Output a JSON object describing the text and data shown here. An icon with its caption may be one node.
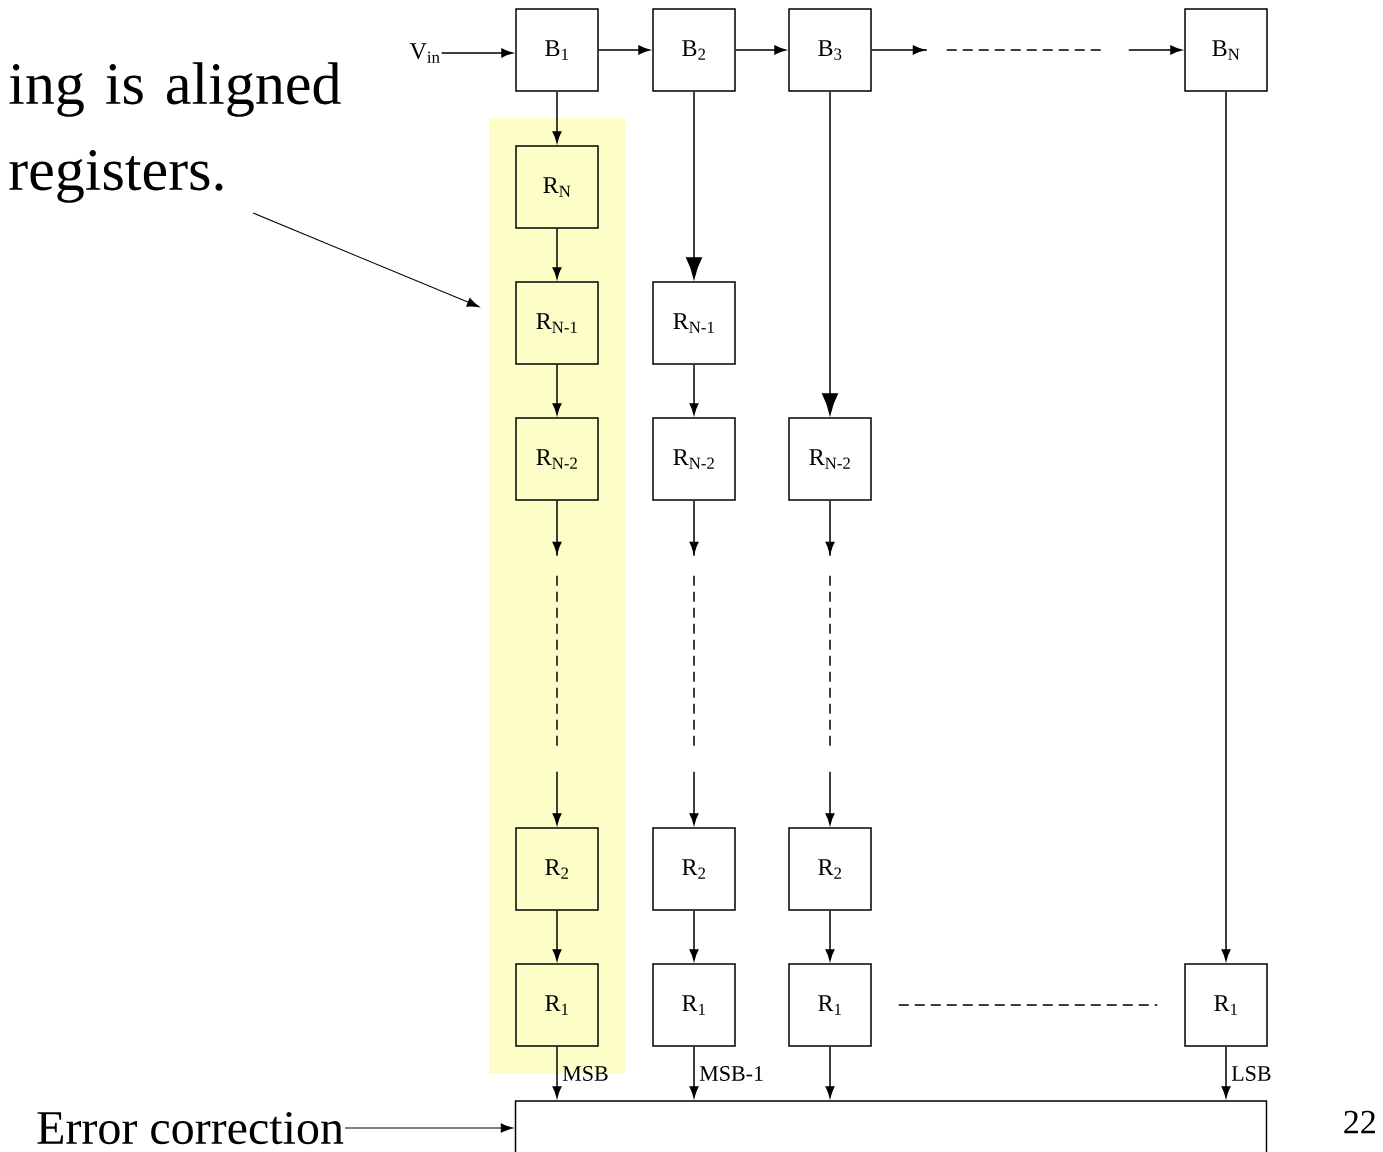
{
  "diagram": {
    "nodes": [
      {
        "text": [
          "V$_{in}$"
        ]
      },
      {
        "text": [
          "B$_{1}$"
        ]
      },
      {
        "text": [
          "B$_{2}$"
        ]
      },
      {
        "text": [
          "B$_{3}$"
        ]
      },
      {
        "text": [
          "B$_{N}$"
        ]
      },
      {
        "text": [],
        "shape": "box"
      },
      {
        "text": [
          "R$_{N}$"
        ],
        "in": 5
      },
      {
        "text": [
          "R$_{N-1}$"
        ],
        "in": 5
      },
      {
        "text": [
          "R$_{N-2}$"
        ],
        "in": 5
      },
      {
        "text": [
          "R$_{2}$"
        ],
        "in": 5
      },
      {
        "text": [
          "R$_{1}$"
        ],
        "in": 5
      },
      {
        "text": [
          "R$_{N-1}$"
        ]
      },
      {
        "text": [
          "R$_{N-2}$"
        ]
      },
      {
        "text": [
          "R$_{2}$"
        ]
      },
      {
        "text": [
          "R$_{1}$"
        ]
      },
      {
        "text": [
          "R$_{N-2}$"
        ]
      },
      {
        "text": [
          "R$_{2}$"
        ]
      },
      {
        "text": [
          "R$_{1}$"
        ]
      },
      {
        "text": [
          "R$_{1}$"
        ]
      },
      {
        "text": [],
        "shape": "box"
      },
      {
        "text": [
          "Error correction"
        ]
      },
      {
        "text": [
          "ing is aligned registers."
        ]
      }
    ],
    "edges": [
      {
        "from": 0,
        "to": 1,
        "arrow": "to"
      },
      {
        "from": 1,
        "to": 2,
        "arrow": "to"
      },
      {
        "from": 2,
        "to": 3,
        "arrow": "to"
      },
      {
        "from": 3,
        "to": 4,
        "arrow": "to",
        "style": "dashed"
      },
      {
        "from": 1,
        "to": 6,
        "arrow": "to"
      },
      {
        "from": 6,
        "to": 7,
        "arrow": "to"
      },
      {
        "from": 7,
        "to": 8,
        "arrow": "to"
      },
      {
        "from": 8,
        "to": 9,
        "arrow": "to",
        "style": "dashed"
      },
      {
        "from": 9,
        "to": 10,
        "arrow": "to"
      },
      {
        "from": 10,
        "to": 19,
        "arrow": "to",
        "label": "MSB"
      },
      {
        "from": 2,
        "to": 11,
        "arrow": "to"
      },
      {
        "from": 11,
        "to": 12,
        "arrow": "to"
      },
      {
        "from": 12,
        "to": 13,
        "arrow": "to",
        "style": "dashed"
      },
      {
        "from": 13,
        "to": 14,
        "arrow": "to"
      },
      {
        "from": 14,
        "to": 19,
        "arrow": "to",
        "label": "MSB-1"
      },
      {
        "from": 3,
        "to": 15,
        "arrow": "to"
      },
      {
        "from": 15,
        "to": 16,
        "arrow": "to",
        "style": "dashed"
      },
      {
        "from": 16,
        "to": 17,
        "arrow": "to"
      },
      {
        "from": 17,
        "to": 19,
        "arrow": "to"
      },
      {
        "from": 4,
        "to": 18,
        "arrow": "to"
      },
      {
        "from": 18,
        "to": 19,
        "arrow": "to",
        "label": "LSB"
      },
      {
        "from": 17,
        "to": 18,
        "arrow": "none",
        "style": "dashed"
      },
      {
        "from": 20,
        "to": 19,
        "arrow": "to"
      },
      {
        "from": 21,
        "to": 5,
        "arrow": "to"
      }
    ],
    "labels": [
      "22"
    ]
  }
}
